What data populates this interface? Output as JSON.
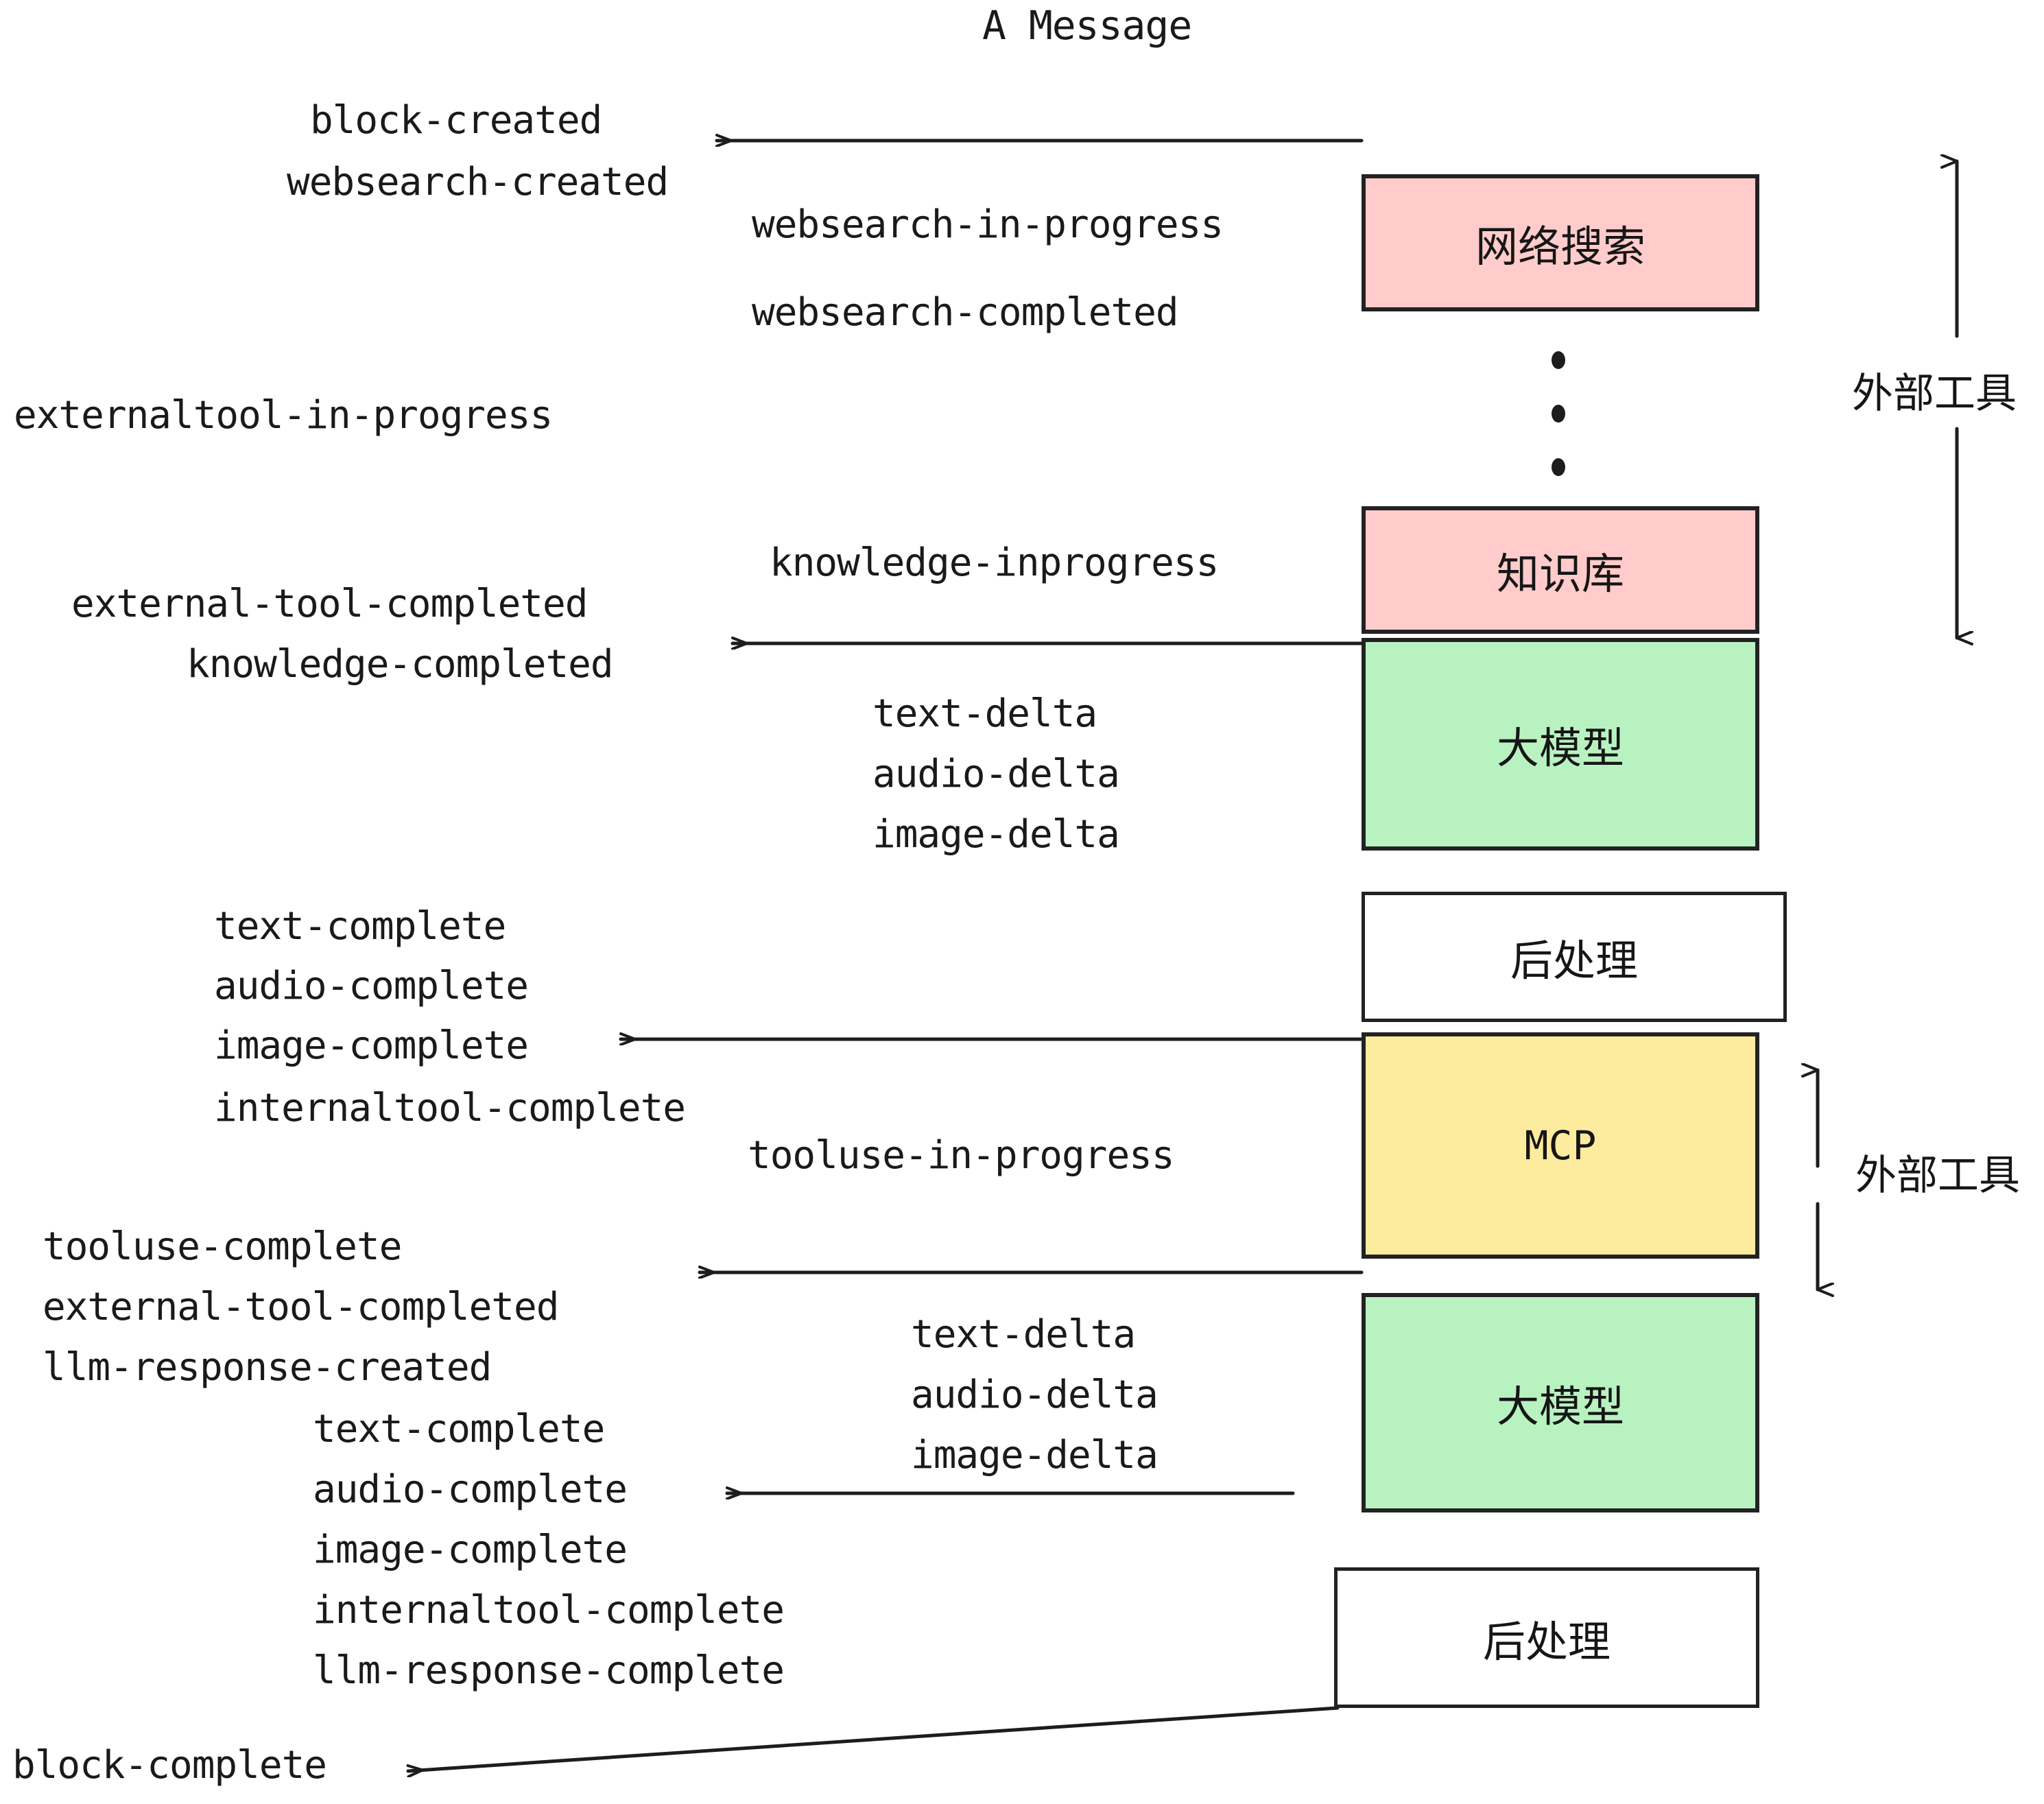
{
  "title": "A Message",
  "colors": {
    "pink": "#FFCCCB",
    "green": "#B9F2C1",
    "yellow": "#FDEB9E",
    "white": "#FFFFFF",
    "stroke": "#222222",
    "text": "#1a1a1a"
  },
  "boxes": [
    {
      "id": "websearch",
      "label": "网络搜索",
      "fill": "#FFCCCB",
      "script": "cjk"
    },
    {
      "id": "knowledge",
      "label": "知识库",
      "fill": "#FFCCCB",
      "script": "cjk"
    },
    {
      "id": "llm-top",
      "label": "大模型",
      "fill": "#B9F2C1",
      "script": "cjk"
    },
    {
      "id": "postprocess-top",
      "label": "后处理",
      "fill": "#FFFFFF",
      "script": "cjk"
    },
    {
      "id": "mcp",
      "label": "MCP",
      "fill": "#FDEB9E",
      "script": "ascii"
    },
    {
      "id": "llm-bottom",
      "label": "大模型",
      "fill": "#B9F2C1",
      "script": "cjk"
    },
    {
      "id": "postprocess-bot",
      "label": "后处理",
      "fill": "#FFFFFF",
      "script": "cjk"
    }
  ],
  "side_labels": [
    {
      "id": "external-tools-top",
      "label": "外部工具"
    },
    {
      "id": "external-tools-bottom",
      "label": "外部工具"
    }
  ],
  "events": {
    "block_created": "block-created",
    "websearch_created": "websearch-created",
    "websearch_in_progress": "websearch-in-progress",
    "websearch_completed": "websearch-completed",
    "externaltool_in_progress": "externaltool-in-progress",
    "knowledge_inprogress": "knowledge-inprogress",
    "external_tool_completed_1": "external-tool-completed",
    "knowledge_completed": "knowledge-completed",
    "text_delta_1": "text-delta",
    "audio_delta_1": "audio-delta",
    "image_delta_1": "image-delta",
    "text_complete_1": "text-complete",
    "audio_complete_1": "audio-complete",
    "image_complete_1": "image-complete",
    "internaltool_complete_1": "internaltool-complete",
    "tooluse_in_progress": "tooluse-in-progress",
    "tooluse_complete": "tooluse-complete",
    "external_tool_completed_2": "external-tool-completed",
    "llm_response_created": "llm-response-created",
    "text_delta_2": "text-delta",
    "audio_delta_2": "audio-delta",
    "image_delta_2": "image-delta",
    "text_complete_2": "text-complete",
    "audio_complete_2": "audio-complete",
    "image_complete_2": "image-complete",
    "internaltool_complete_2": "internaltool-complete",
    "llm_response_complete": "llm-response-complete",
    "block_complete": "block-complete"
  }
}
